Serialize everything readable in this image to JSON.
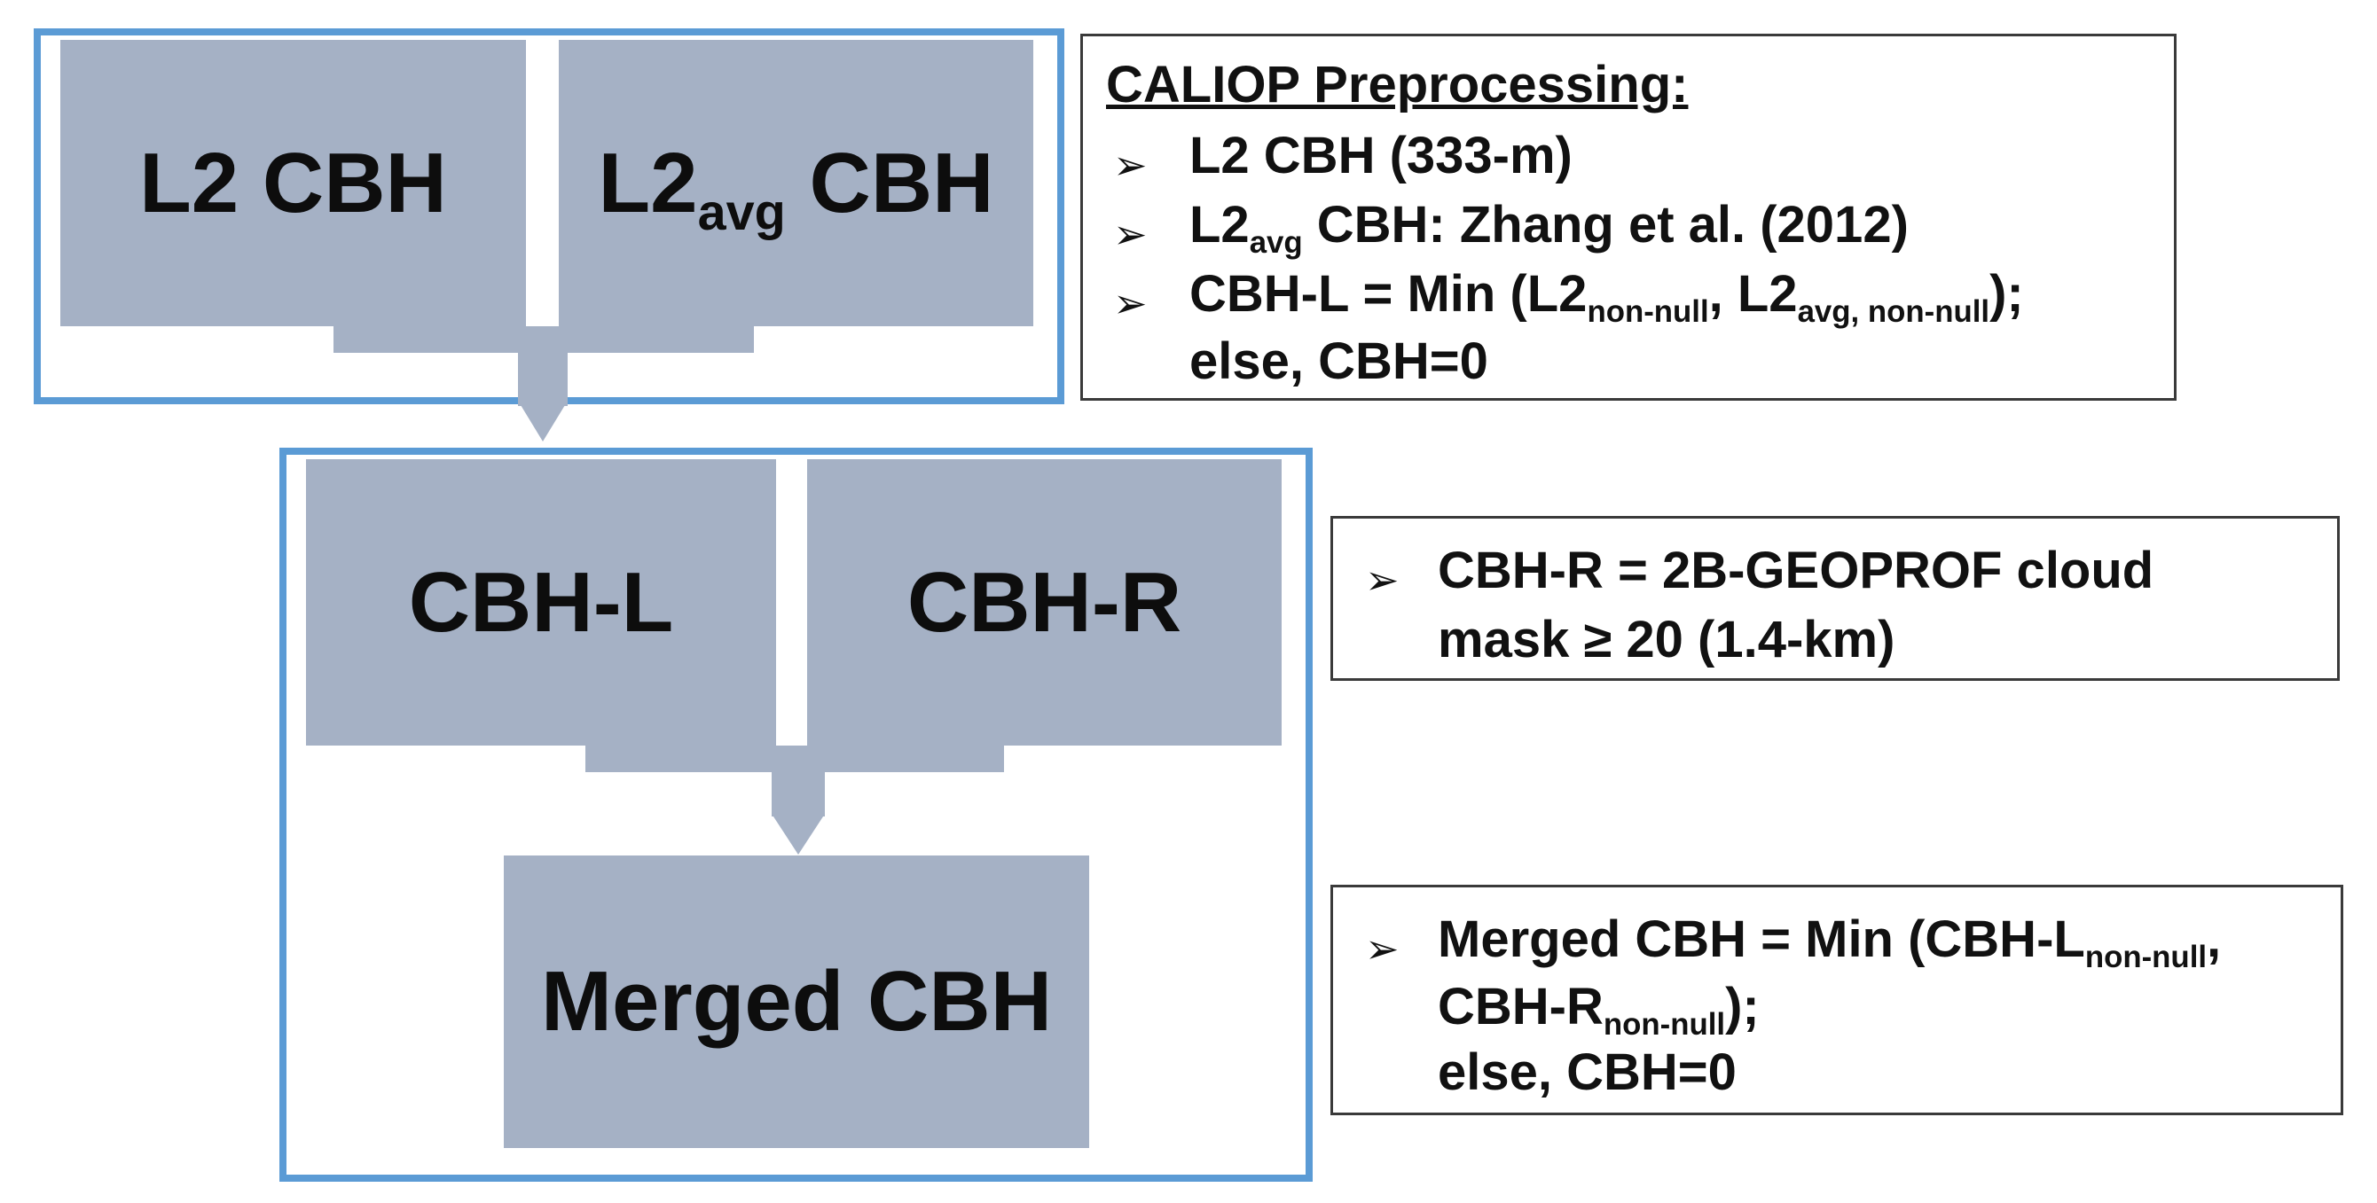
{
  "boxes": {
    "l2_cbh": "L2 CBH",
    "l2avg_base": "L2",
    "l2avg_sub": "avg",
    "l2avg_cbh": " CBH",
    "cbh_l": "CBH-L",
    "cbh_r": "CBH-R",
    "merged_cbh": "Merged CBH"
  },
  "caliop_note": {
    "heading": "CALIOP Preprocessing:",
    "bullet": "➢",
    "item1": "L2 CBH (333-m)",
    "item2_base": "L2",
    "item2_sub": "avg",
    "item2_rest": " CBH: Zhang et al. (2012)",
    "item3_a": "CBH-L = Min (L2",
    "item3_sub1": "non-null",
    "item3_b": ", L2",
    "item3_sub2": "avg, non-null",
    "item3_c": ");",
    "item3_line2": "else,  CBH=0"
  },
  "cbhr_note": {
    "bullet": "➢",
    "line1": "CBH-R = 2B-GEOPROF cloud",
    "line2": "mask ≥ 20 (1.4-km)"
  },
  "merged_note": {
    "bullet": "➢",
    "line1_a": "Merged CBH = Min (CBH-L",
    "line1_sub": "non-null",
    "line1_b": ",",
    "line2_a": "CBH-R",
    "line2_sub": "non-null",
    "line2_b": ");",
    "line3": "else, CBH=0"
  },
  "colors": {
    "group_border": "#5b9bd5",
    "box_fill": "#a5b1c5",
    "note_border": "#3a3a3a"
  }
}
